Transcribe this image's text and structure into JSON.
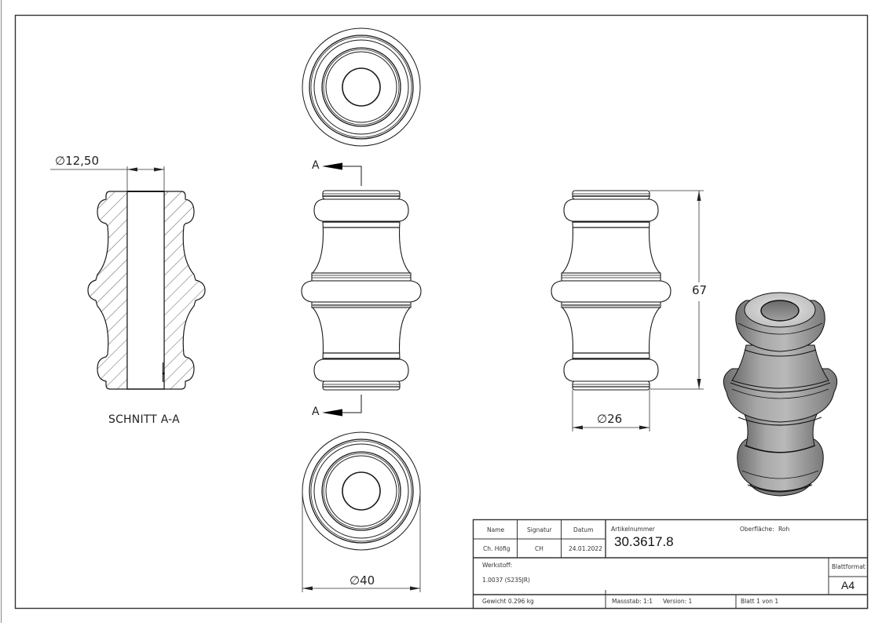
{
  "drawing": {
    "section_label": "SCHNITT A-A",
    "section_marker_top": "A",
    "section_marker_bottom": "A",
    "dimensions": {
      "bore_diameter": "12,50",
      "height": "67",
      "end_diameter": "26",
      "max_diameter": "40",
      "diameter_symbol": "∅"
    }
  },
  "title_block": {
    "headers": {
      "name": "Name",
      "signatur": "Signatur",
      "datum": "Datum",
      "artikelnummer_label": "Artikelnummer",
      "oberflaeche_label": "Oberfläche:",
      "werkstoff_label": "Werkstoff:",
      "blattformat_label": "Blattformat"
    },
    "values": {
      "name": "Ch. Höfig",
      "signatur": "CH",
      "datum": "24.01.2022",
      "artikelnummer": "30.3617.8",
      "oberflaeche": "Roh",
      "werkstoff": "1.0037 (S235JR)",
      "blattformat": "A4",
      "gewicht": "Gewicht 0.296 kg",
      "massstab": "Massstab: 1:1",
      "version": "Version: 1",
      "blatt": "Blatt 1 von 1"
    }
  },
  "colors": {
    "line": "#1a1a1a",
    "frame": "#333333",
    "iso_shade": "#8c8c8c"
  }
}
